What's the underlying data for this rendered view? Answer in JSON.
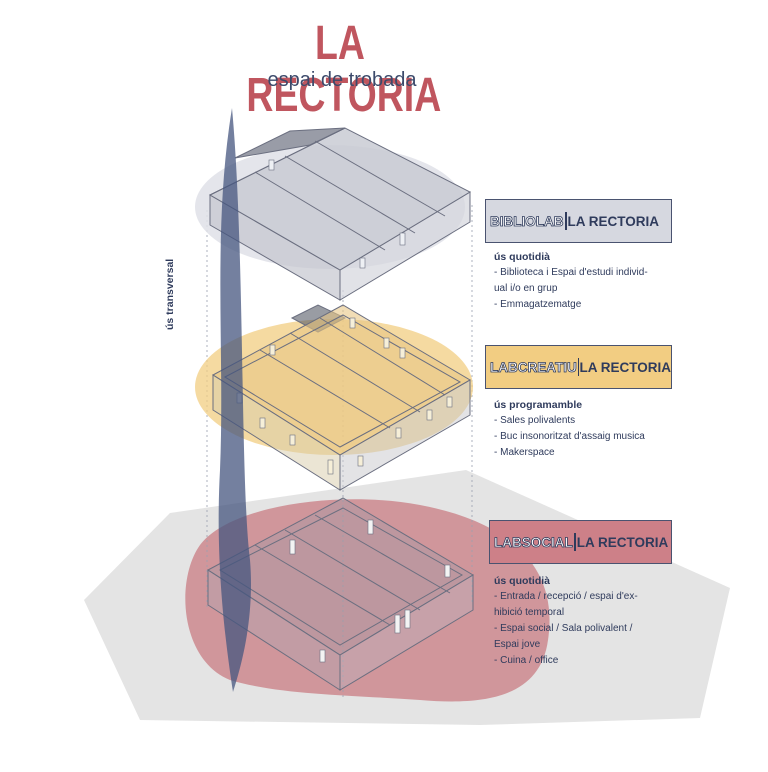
{
  "title": "LA RECTORIA",
  "subtitle": "espai de trobada",
  "side_label": "ús transversal",
  "colors": {
    "title": "#c0565f",
    "navy": "#2f3b5c",
    "floor1_tag": "#d6d8e0",
    "floor2_tag": "#f2cd82",
    "floor3_tag": "#cd8088"
  },
  "floors": [
    {
      "tag_prefix": "BIBLIOLAB",
      "tag_suffix": "LA RECTORIA",
      "use_heading": "ús quotidià",
      "uses": [
        "- Biblioteca i Espai d'estudi individ-",
        "ual i/o en grup",
        "- Emmagatzematge"
      ]
    },
    {
      "tag_prefix": "LABCREATIU",
      "tag_suffix": "LA RECTORIA",
      "use_heading": "ús programamble",
      "uses": [
        "- Sales polivalents",
        "- Buc insonoritzat d'assaig musica",
        "- Makerspace"
      ]
    },
    {
      "tag_prefix": "LABSOCIAL",
      "tag_suffix": "LA RECTORIA",
      "use_heading": "ús quotidià",
      "uses": [
        "- Entrada / recepció / espai d'ex-",
        "hibició temporal",
        "- Espai social / Sala polivalent /",
        "Espai jove",
        "- Cuina / office"
      ]
    }
  ]
}
